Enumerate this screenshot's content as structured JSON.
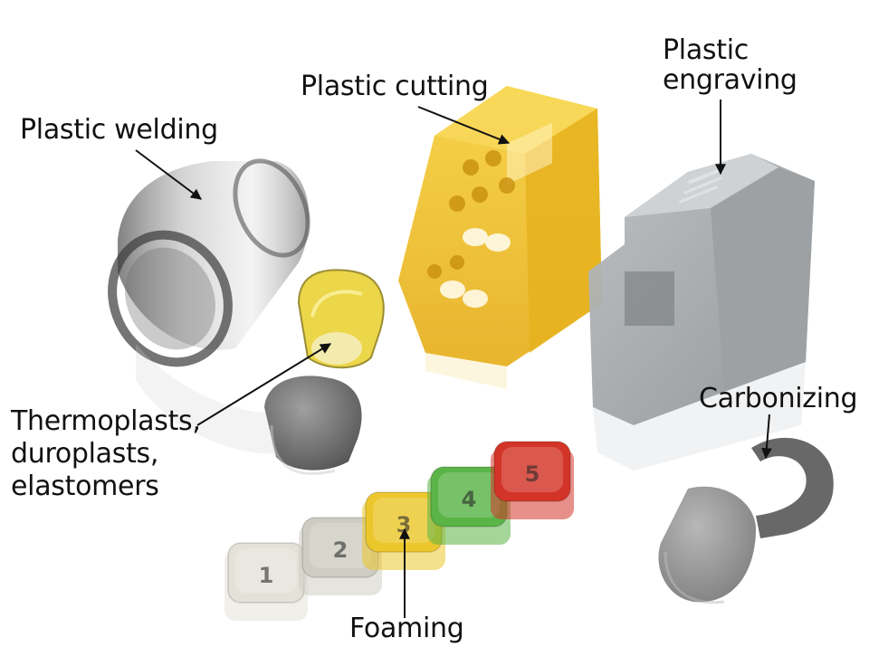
{
  "labels": {
    "plastic_welding": "Plastic welding",
    "plastic_cutting": "Plastic cutting",
    "plastic_engraving_1": "Plastic",
    "plastic_engraving_2": "engraving",
    "carbonizing": "Carbonizing",
    "materials_1": "Thermoplasts,",
    "materials_2": "duroplasts,",
    "materials_3": "elastomers",
    "foaming": "Foaming"
  },
  "keys": [
    {
      "number": "1",
      "color": "#e4e2d8"
    },
    {
      "number": "2",
      "color": "#cfcdc3"
    },
    {
      "number": "3",
      "color": "#ecc72c"
    },
    {
      "number": "4",
      "color": "#5ab447"
    },
    {
      "number": "5",
      "color": "#d33428"
    }
  ],
  "colors": {
    "housing_yellow": "#f2c230",
    "housing_grey": "#a7abad",
    "text": "#111111"
  }
}
